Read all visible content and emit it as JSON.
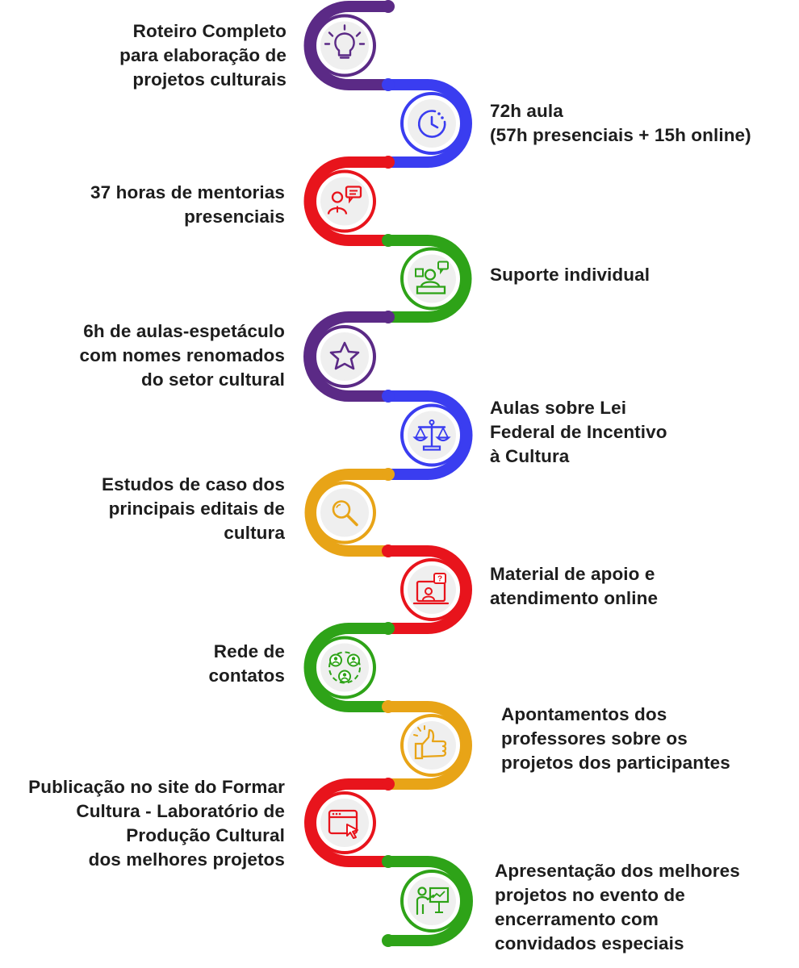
{
  "steps": [
    {
      "text": "Roteiro Completo\npara elaboração de\nprojetos culturais",
      "color": "#5b2a86",
      "icon": "lightbulb-icon"
    },
    {
      "text": "72h aula\n(57h presenciais + 15h online)",
      "color": "#3a3df0",
      "icon": "clock-icon"
    },
    {
      "text": "37 horas de mentorias\npresenciais",
      "color": "#e8141c",
      "icon": "mentor-chat-icon"
    },
    {
      "text": "Suporte individual",
      "color": "#2ea318",
      "icon": "support-desk-icon"
    },
    {
      "text": "6h de aulas-espetáculo\ncom nomes renomados\ndo setor cultural",
      "color": "#5b2a86",
      "icon": "star-icon"
    },
    {
      "text": "Aulas sobre Lei\nFederal de Incentivo\nà Cultura",
      "color": "#3a3df0",
      "icon": "scales-icon"
    },
    {
      "text": "Estudos de caso dos\nprincipais editais de\ncultura",
      "color": "#e8a417",
      "icon": "magnifier-icon"
    },
    {
      "text": "Material de apoio e\natendimento online",
      "color": "#e8141c",
      "icon": "online-support-icon"
    },
    {
      "text": "Rede de\ncontatos",
      "color": "#2ea318",
      "icon": "network-icon"
    },
    {
      "text": "Apontamentos dos\nprofessores sobre os\nprojetos dos participantes",
      "color": "#e8a417",
      "icon": "thumbs-up-icon"
    },
    {
      "text": "Publicação no site do Formar\nCultura - Laboratório de\nProdução Cultural\ndos melhores projetos",
      "color": "#e8141c",
      "icon": "browser-click-icon"
    },
    {
      "text": "Apresentação dos melhores\nprojetos no evento de\nencerramento com\nconvidados especiais",
      "color": "#2ea318",
      "icon": "presentation-icon"
    }
  ]
}
